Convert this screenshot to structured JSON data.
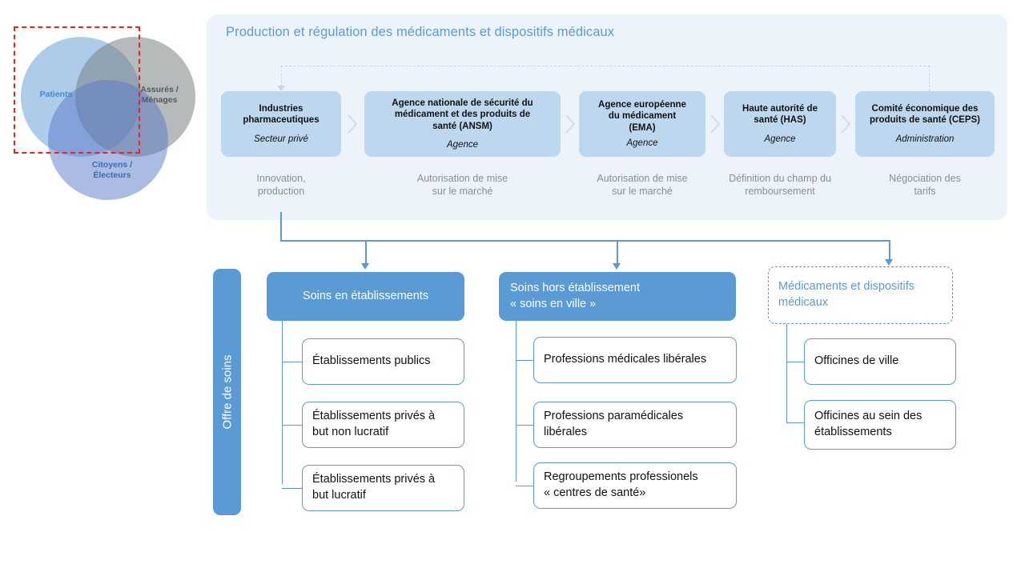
{
  "venn": {
    "circles": [
      {
        "id": "patients",
        "label": "Patients",
        "color": "#9dc3e6"
      },
      {
        "id": "assures",
        "label": "Assurés /\nMénages",
        "color": "#7c8686"
      },
      {
        "id": "citoyens",
        "label": "Citoyens /\nÉlecteurs",
        "color": "#5a78c8"
      }
    ],
    "labels": {
      "patients": "Patients",
      "assures_line1": "Assurés /",
      "assures_line2": "Ménages",
      "citoyens_line1": "Citoyens /",
      "citoyens_line2": "Électeurs"
    },
    "highlight_color": "#ef2020"
  },
  "panel": {
    "title": "Production et régulation des médicaments et dispositifs médicaux",
    "title_color": "#5b9bd5",
    "background": "#edf3fb",
    "box_color": "#bdd7ee",
    "steps": [
      {
        "name": "Industries pharmaceutiques",
        "type": "Secteur privé",
        "caption": "Innovation,\nproduction",
        "name_l1": "Industries",
        "name_l2": "pharmaceutiques",
        "cap_l1": "Innovation,",
        "cap_l2": "production"
      },
      {
        "name": "Agence nationale de sécurité du médicament et des produits de santé (ANSM)",
        "type": "Agence",
        "name_l1": "Agence nationale de sécurité du",
        "name_l2": "médicament et des produits de",
        "name_l3": "santé (ANSM)",
        "cap_l1": "Autorisation de mise",
        "cap_l2": "sur le marché"
      },
      {
        "name": "Agence européenne du médicament (EMA)",
        "type": "Agence",
        "name_l1": "Agence européenne",
        "name_l2": "du médicament",
        "name_l3": "(EMA)",
        "cap_l1": "Autorisation de mise",
        "cap_l2": "sur le marché"
      },
      {
        "name": "Haute autorité de santé (HAS)",
        "type": "Agence",
        "name_l1": "Haute autorité de",
        "name_l2": "santé (HAS)",
        "cap_l1": "Définition du champ du",
        "cap_l2": "remboursement"
      },
      {
        "name": "Comité économique des produits de santé (CEPS)",
        "type": "Administration",
        "name_l1": "Comité économique des",
        "name_l2": "produits de santé (CEPS)",
        "cap_l1": "Négociation des",
        "cap_l2": "tarifs"
      }
    ]
  },
  "tree": {
    "sidebar_label": "Offre de soins",
    "accent": "#5b9bd5",
    "columns": [
      {
        "header": "Soins en établissements",
        "header_style": "solid-center",
        "children": [
          {
            "label": "Établissements publics",
            "l1": "Établissements publics",
            "l2": ""
          },
          {
            "label": "Établissements privés à but non lucratif",
            "l1": "Établissements privés à",
            "l2": "but non lucratif"
          },
          {
            "label": "Établissements privés à but lucratif",
            "l1": "Établissements privés à",
            "l2": "but lucratif"
          }
        ]
      },
      {
        "header": "Soins hors établissement « soins en ville »",
        "header_l1": "Soins hors établissement",
        "header_l2": "« soins en ville »",
        "header_style": "solid-left",
        "children": [
          {
            "label": "Professions médicales libérales",
            "l1": "Professions médicales libérales",
            "l2": ""
          },
          {
            "label": "Professions paramédicales libérales",
            "l1": "Professions paramédicales",
            "l2": "libérales"
          },
          {
            "label": "Regroupements professionels « centres de santé»",
            "l1": "Regroupements professionels",
            "l2": "« centres de santé»"
          }
        ]
      },
      {
        "header": "Médicaments et dispositifs médicaux",
        "header_l1": "Médicaments et dispositifs",
        "header_l2": "médicaux",
        "header_style": "dashed-left",
        "children": [
          {
            "label": "Officines de ville",
            "l1": "Officines de ville",
            "l2": ""
          },
          {
            "label": "Officines au sein des établissements",
            "l1": "Officines au sein des",
            "l2": "établissements"
          }
        ]
      }
    ]
  }
}
